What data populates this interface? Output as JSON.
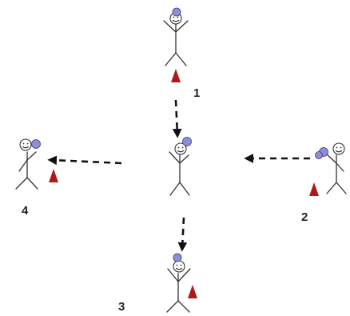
{
  "labels": {
    "p1": "1",
    "p2": "2",
    "p3": "3",
    "p4": "4"
  },
  "colors": {
    "cone": "#b01818",
    "ball": "#8e8ed8",
    "line": "#333333",
    "arrow": "#111111"
  },
  "icons": {
    "player": "stick-figure-icon",
    "cone": "cone-icon",
    "ball": "ball-icon",
    "arrow": "dashed-arrow"
  }
}
